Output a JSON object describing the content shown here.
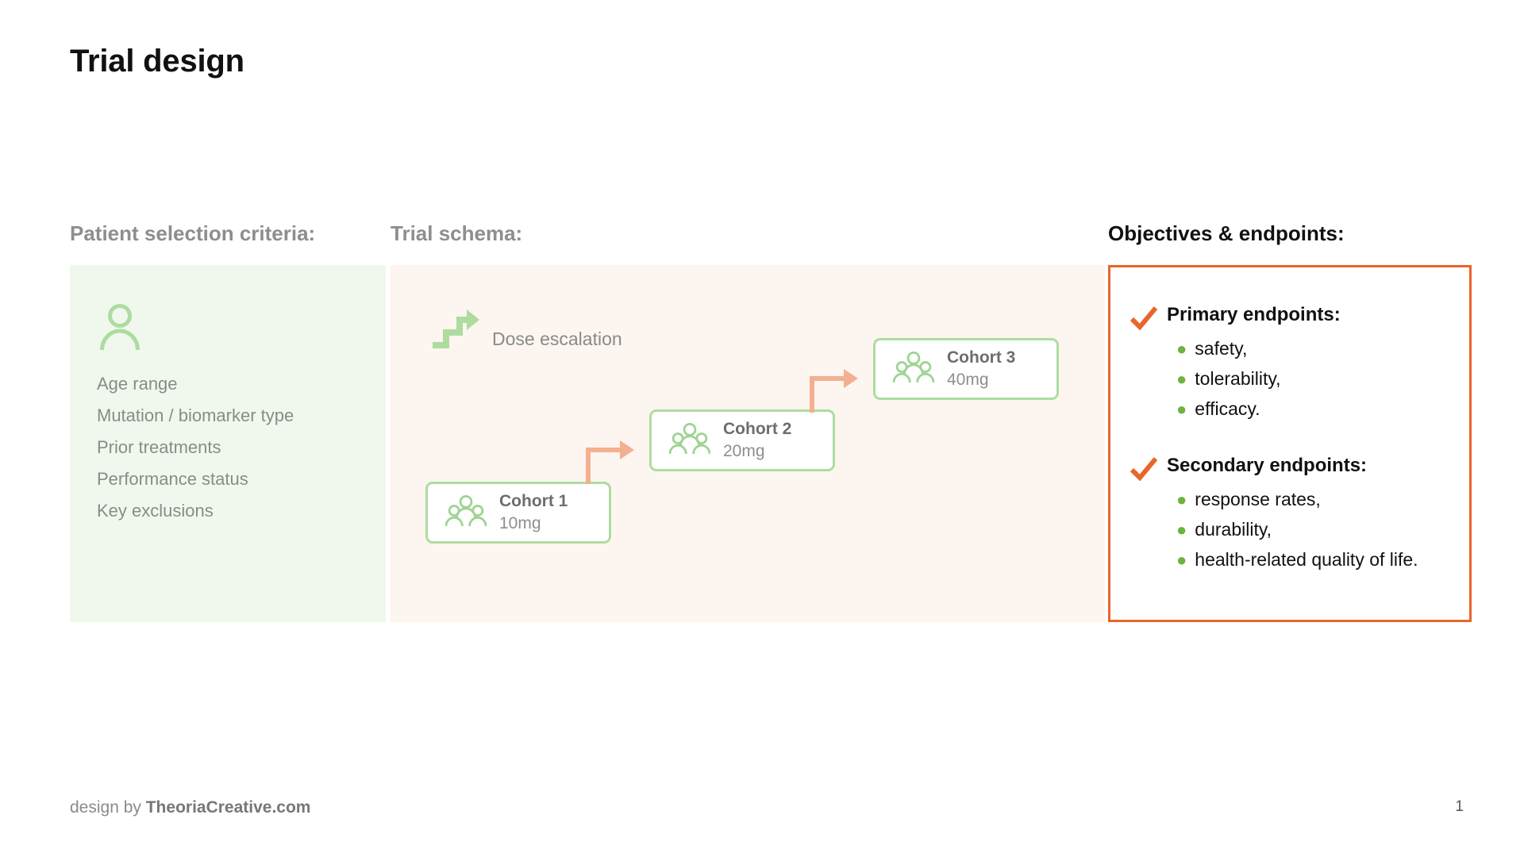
{
  "slide": {
    "title": "Trial design"
  },
  "patient_panel": {
    "header": "Patient selection criteria:",
    "icon": "person-icon",
    "criteria": [
      "Age range",
      "Mutation / biomarker type",
      "Prior treatments",
      "Performance status",
      "Key exclusions"
    ]
  },
  "schema_panel": {
    "header": "Trial schema:",
    "dose_escalation": {
      "icon": "stairs-up-arrow-icon",
      "label": "Dose escalation"
    },
    "cohorts": [
      {
        "name": "Cohort 1",
        "dose": "10mg",
        "icon": "group-of-people-icon"
      },
      {
        "name": "Cohort 2",
        "dose": "20mg",
        "icon": "group-of-people-icon"
      },
      {
        "name": "Cohort 3",
        "dose": "40mg",
        "icon": "group-of-people-icon"
      }
    ],
    "connectors": [
      {
        "from": "Cohort 1",
        "to": "Cohort 2",
        "icon": "elbow-arrow-icon"
      },
      {
        "from": "Cohort 2",
        "to": "Cohort 3",
        "icon": "elbow-arrow-icon"
      }
    ]
  },
  "objectives_panel": {
    "header": "Objectives & endpoints:",
    "groups": [
      {
        "icon": "check-icon",
        "title": "Primary endpoints:",
        "items": [
          "safety,",
          "tolerability,",
          "efficacy."
        ]
      },
      {
        "icon": "check-icon",
        "title": "Secondary endpoints:",
        "items": [
          "response rates,",
          "durability,",
          "health-related quality of life."
        ]
      }
    ]
  },
  "footer": {
    "credit_prefix": "design by ",
    "credit_brand": "TheoriaCreative.com",
    "page_number": "1"
  },
  "colors": {
    "accent_orange": "#e8662b",
    "accent_green": "#6cb33f",
    "box_green": "#addda0",
    "arrow_peach": "#f3b090",
    "panel_green_bg": "#f0f8ed",
    "panel_peach_bg": "#fdf5ef",
    "muted_text": "#8a8a8a"
  }
}
